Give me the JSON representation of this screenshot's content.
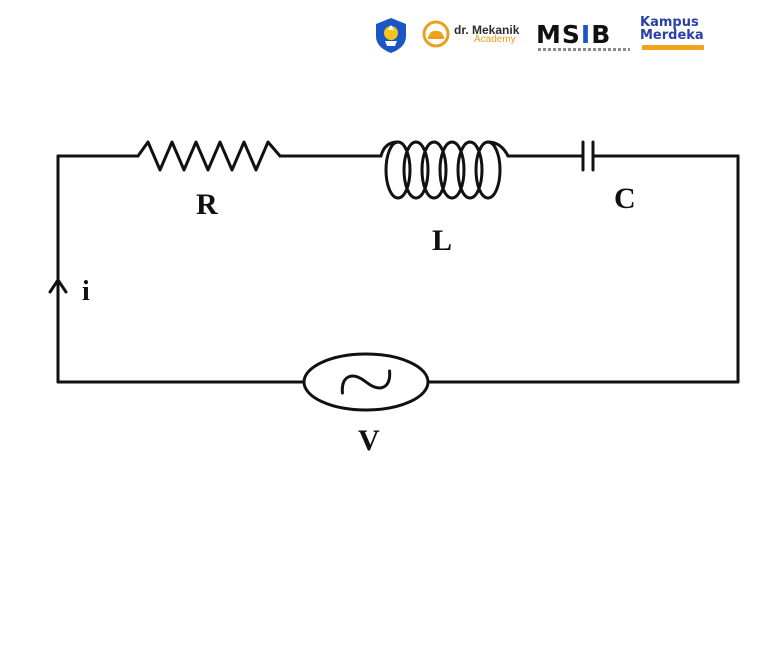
{
  "logos": {
    "kemdikbud": {
      "icon": "tut-wuri-handayani-emblem",
      "color": "#1a56c4"
    },
    "dr_mekanik": {
      "name": "dr. Mekanik",
      "sub": "Academy",
      "accent": "#e8a020"
    },
    "msib": {
      "text_main": "MS",
      "text_i": "I",
      "text_end": "B",
      "accent": "#1a56c4"
    },
    "kampus_merdeka": {
      "line1": "Kampus",
      "line2": "Merdeka",
      "color": "#2a3fa8",
      "ribbon": "#f3a21b"
    }
  },
  "circuit": {
    "labels": {
      "resistor": "R",
      "inductor": "L",
      "capacitor": "C",
      "current": "i",
      "source": "V"
    },
    "components": [
      "resistor",
      "inductor",
      "capacitor",
      "ac-source"
    ],
    "wire_color": "#111111"
  }
}
